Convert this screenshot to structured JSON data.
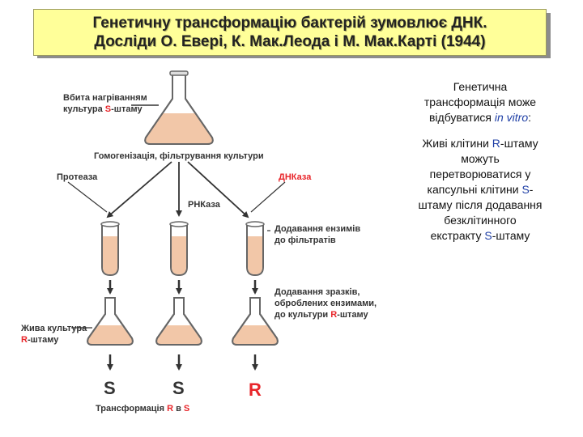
{
  "title": {
    "line1": "Генетичну трансформацію бактерій зумовлює ДНК.",
    "line2": "Досліди О. Евері, К. Мак.Леода і М. Мак.Карті (1944)"
  },
  "diagram": {
    "heat_killed_line1": "Вбита нагріванням",
    "heat_killed_line2_a": "культура ",
    "heat_killed_line2_b": "S",
    "heat_killed_line2_c": "-штаму",
    "homogenization": "Гомогенізація, фільтрування культури",
    "protease": "Протеаза",
    "dnase": "ДНКаза",
    "rnase": "РНКаза",
    "add_enzymes_line1": "Додавання ензимів",
    "add_enzymes_line2": "до фільтратів",
    "add_samples_line1": "Додавання зразків,",
    "add_samples_line2": "оброблених ензимами,",
    "add_samples_line3_a": "до культури ",
    "add_samples_line3_b": "R",
    "add_samples_line3_c": "-штаму",
    "live_culture_line1": "Жива культура",
    "live_culture_line2_a": "R",
    "live_culture_line2_b": "-штаму",
    "result_1": "S",
    "result_2": "S",
    "result_3": "R",
    "transformation_a": "Трансформація ",
    "transformation_b": "R",
    "transformation_c": " в ",
    "transformation_d": "S"
  },
  "side_text": {
    "p1_line1": "Генетична",
    "p1_line2": "трансформація може",
    "p1_line3_a": "відбуватися ",
    "p1_line3_b": "in vitro",
    "p1_line3_c": ":",
    "p2_line1_a": "Живі клітини ",
    "p2_line1_b": "R",
    "p2_line1_c": "-штаму",
    "p2_line2": "можуть",
    "p2_line3": "перетворюватися у",
    "p2_line4_a": "капсульні клітини ",
    "p2_line4_b": "S",
    "p2_line4_c": "-",
    "p2_line5": "штаму після додавання",
    "p2_line6": "безклітинного",
    "p2_line7_a": "екстракту ",
    "p2_line7_b": "S",
    "p2_line7_c": "-штаму"
  },
  "colors": {
    "title_bg": "#ffff99",
    "liquid": "#f2c7a8",
    "red_label": "#e8252a",
    "blue_highlight": "#1f3fa6"
  }
}
